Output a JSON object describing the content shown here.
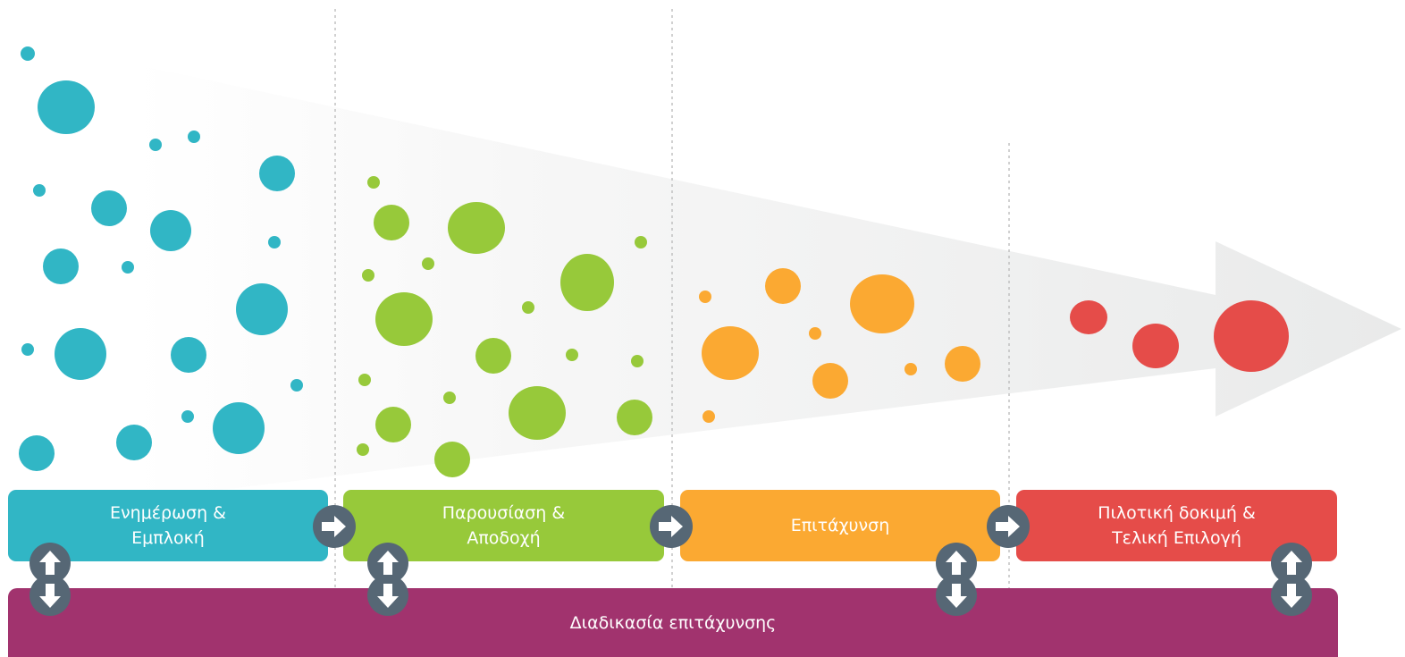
{
  "stages": [
    {
      "label": "Ενημέρωση &\nΕμπλοκή",
      "color": "#31b6c5"
    },
    {
      "label": "Παρουσίαση &\nΑποδοχή",
      "color": "#97c93a"
    },
    {
      "label": "Επιτάχυνση",
      "color": "#fba932"
    },
    {
      "label": "Πιλοτική δοκιμή &\nΤελική Επιλογή",
      "color": "#e54c49"
    }
  ],
  "process_bar": {
    "label": "Διαδικασία επιτάχυνσης",
    "color": "#a1336e"
  },
  "connector_color": "#566775",
  "funnel_color": "#ebecec",
  "icons": {
    "next": "arrow-right-icon",
    "exchange": "up-down-arrows-icon"
  }
}
